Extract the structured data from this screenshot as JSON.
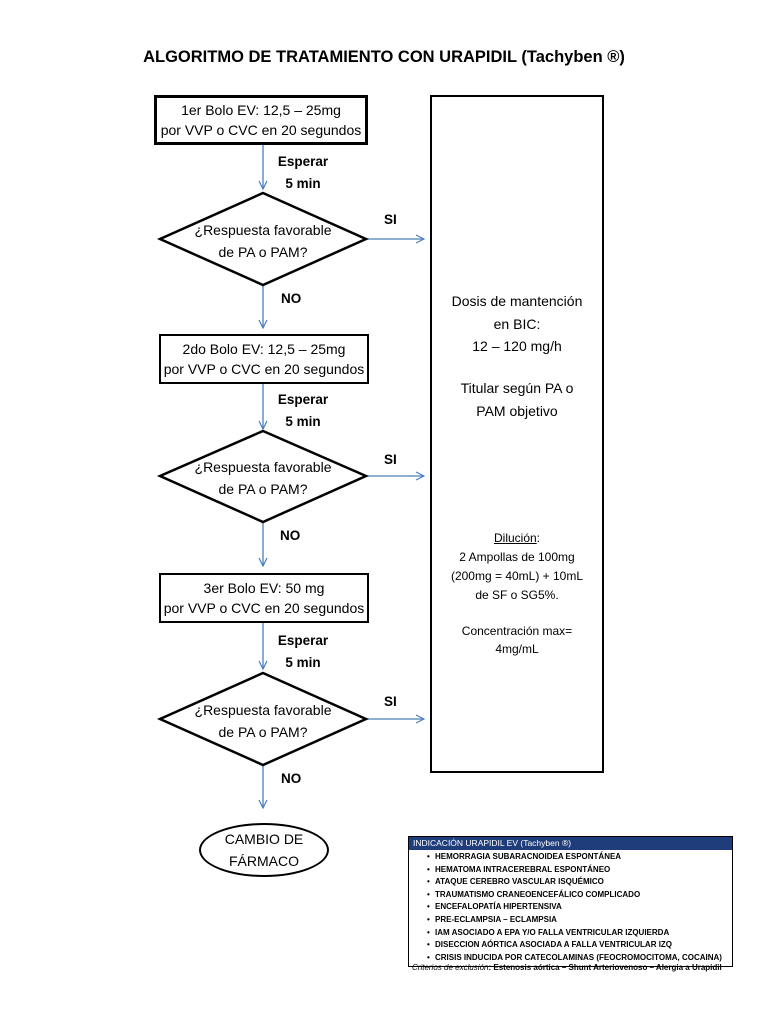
{
  "title": "ALGORITMO DE TRATAMIENTO CON URAPIDIL (Tachyben ®)",
  "steps": [
    {
      "line1": "1er Bolo EV: 12,5 – 25mg",
      "line2": "por VVP o CVC en 20 segundos"
    },
    {
      "line1": "2do Bolo EV: 12,5 – 25mg",
      "line2": "por VVP o CVC en 20 segundos"
    },
    {
      "line1": "3er Bolo EV: 50 mg",
      "line2": "por VVP o CVC en 20 segundos"
    }
  ],
  "wait": {
    "line1": "Esperar",
    "line2": "5 min"
  },
  "decision": {
    "line1": "¿Respuesta favorable",
    "line2": "de PA o PAM?"
  },
  "yes_label": "SI",
  "no_label": "NO",
  "maintenance": {
    "line1": "Dosis de mantención",
    "line2": "en BIC:",
    "line3": "12 – 120 mg/h",
    "line4": "Titular según PA o",
    "line5": "PAM objetivo",
    "dilution_title": "Dilución",
    "dilution1": "2 Ampollas de 100mg",
    "dilution2": "(200mg = 40mL) + 10mL",
    "dilution3": "de SF o SG5%.",
    "conc1": "Concentración max=",
    "conc2": "4mg/mL"
  },
  "end_node": {
    "line1": "CAMBIO DE",
    "line2": "FÁRMACO"
  },
  "indications": {
    "header": "INDICACIÓN URAPIDIL EV (Tachyben ®)",
    "items": [
      "HEMORRAGIA SUBARACNOIDEA ESPONTÁNEA",
      "HEMATOMA INTRACEREBRAL ESPONTÁNEO",
      "ATAQUE CEREBRO VASCULAR ISQUÉMICO",
      "TRAUMATISMO CRANEOENCEFÁLICO COMPLICADO",
      "ENCEFALOPATÍA HIPERTENSIVA",
      "PRE-ECLAMPSIA – ECLAMPSIA",
      "IAM ASOCIADO A EPA Y/O FALLA VENTRICULAR IZQUIERDA",
      "DISECCION AÓRTICA ASOCIADA A FALLA VENTRICULAR IZQ",
      "CRISIS INDUCIDA POR CATECOLAMINAS (FEOCROMOCITOMA, COCAINA)"
    ]
  },
  "exclusion": {
    "label": "Criterios de exclusión",
    "text": ": Estenosis aórtica – Shunt Arteriovenoso – Alergia a Urapidil"
  },
  "colors": {
    "arrow": "#4a7ebb",
    "outline": "#000000",
    "indication_header": "#1f3d7a"
  }
}
